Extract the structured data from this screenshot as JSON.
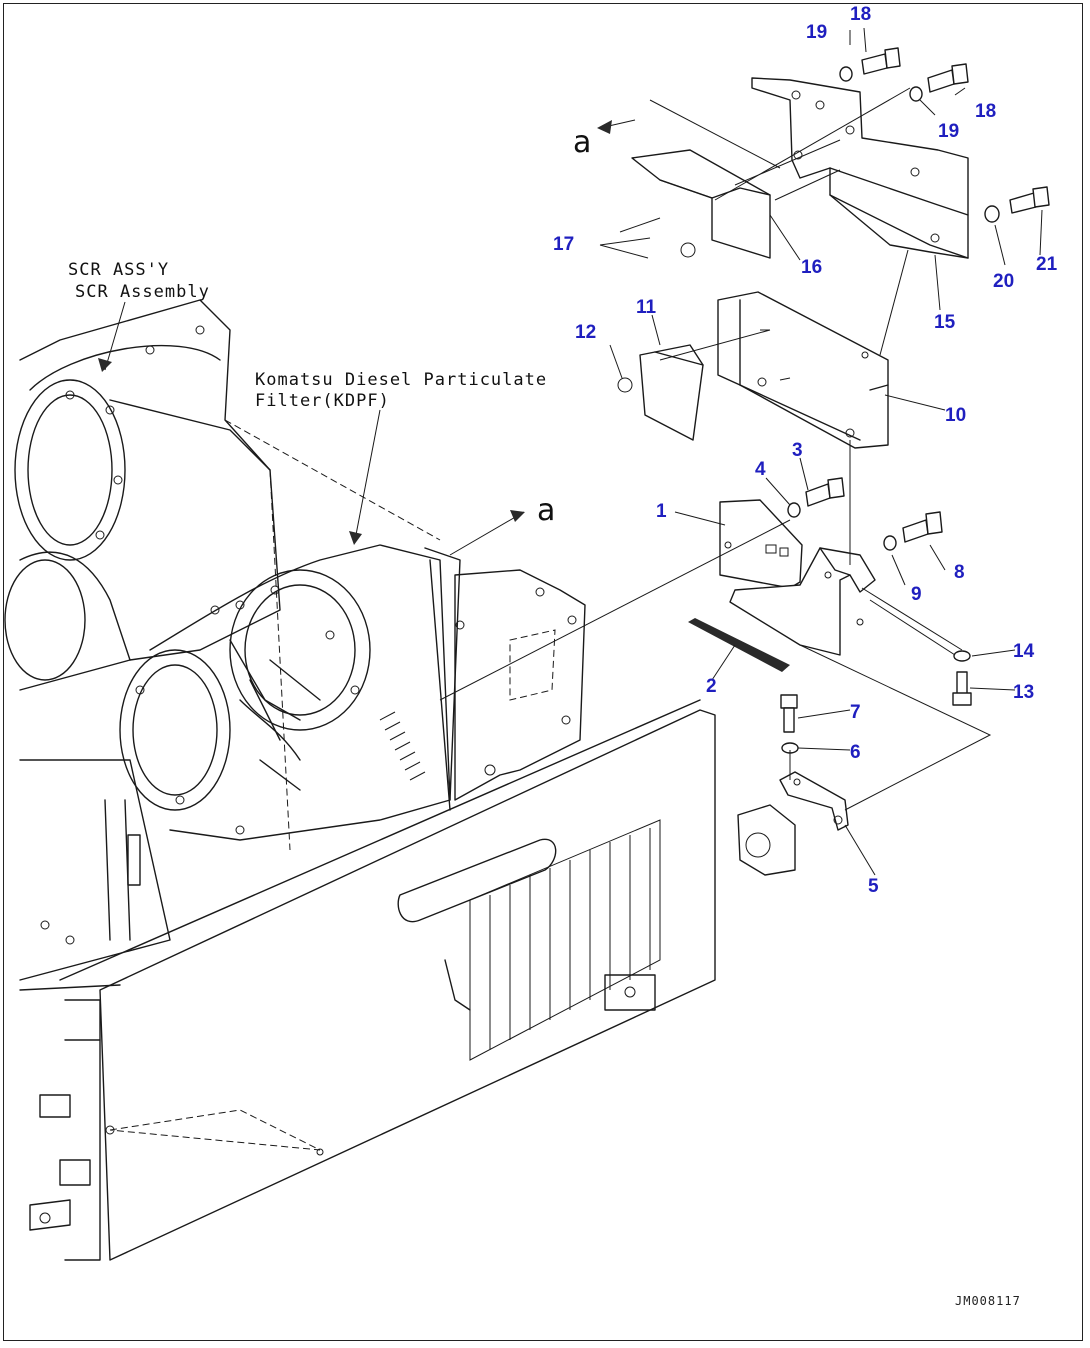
{
  "labels": {
    "scr_line1": "SCR ASS'Y",
    "scr_line2": "SCR Assembly",
    "kdpf_line1": "Komatsu Diesel Particulate",
    "kdpf_line2": "Filter(KDPF)",
    "view_a_top": "a",
    "view_a_mid": "a",
    "drawing_ref": "JM008117"
  },
  "part_numbers": {
    "p1": "1",
    "p2": "2",
    "p3": "3",
    "p4": "4",
    "p5": "5",
    "p6": "6",
    "p7": "7",
    "p8": "8",
    "p9": "9",
    "p10": "10",
    "p11": "11",
    "p12": "12",
    "p13": "13",
    "p14": "14",
    "p15": "15",
    "p16": "16",
    "p17": "17",
    "p18a": "18",
    "p18b": "18",
    "p19a": "19",
    "p19b": "19",
    "p20": "20",
    "p21": "21"
  },
  "colors": {
    "part_number": "#1f1fbf",
    "line": "#1a1a1a",
    "background": "#ffffff"
  }
}
